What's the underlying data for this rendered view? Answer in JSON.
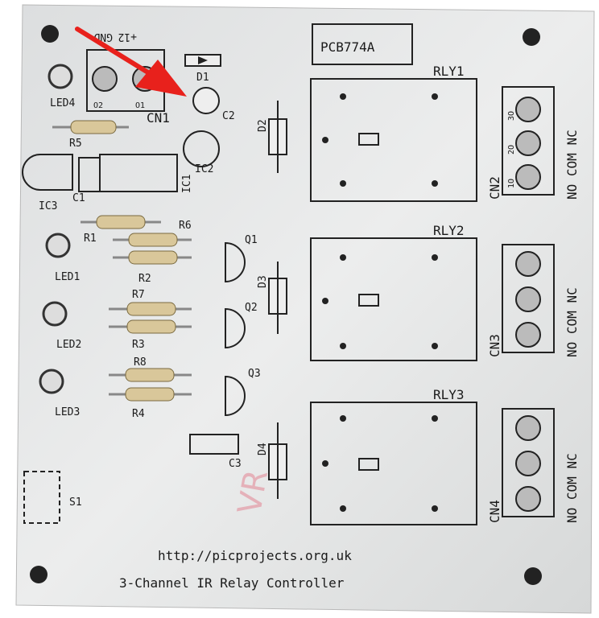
{
  "board": {
    "part_number": "PCB774A",
    "url": "http://picprojects.org.uk",
    "title": "3-Channel IR Relay Controller",
    "handwriting": "VR"
  },
  "power_connector": {
    "label": "CN1",
    "pin_labels": [
      "+12",
      "GND"
    ],
    "pins": [
      "O2",
      "O1"
    ]
  },
  "relays": [
    {
      "label": "RLY1",
      "connector": "CN2"
    },
    {
      "label": "RLY2",
      "connector": "CN3"
    },
    {
      "label": "RLY3",
      "connector": "CN4"
    }
  ],
  "terminal_labels": {
    "pins": [
      "1O",
      "2O",
      "3O"
    ],
    "functions": [
      "NO",
      "COM",
      "NC"
    ]
  },
  "leds": [
    "LED4",
    "LED1",
    "LED2",
    "LED3"
  ],
  "diodes": [
    "D1",
    "D2",
    "D3",
    "D4"
  ],
  "capacitors": [
    "C1",
    "C2",
    "C3"
  ],
  "ics": [
    "IC1",
    "IC2",
    "IC3"
  ],
  "resistors": [
    "R1",
    "R2",
    "R3",
    "R4",
    "R5",
    "R6",
    "R7",
    "R8"
  ],
  "transistors": [
    "Q1",
    "Q2",
    "Q3"
  ],
  "switch": "S1",
  "colors": {
    "board": "#e9eaea",
    "silkscreen": "#1a1a1a",
    "arrow": "#e8211c",
    "resistor_body": "#d9c79a"
  }
}
